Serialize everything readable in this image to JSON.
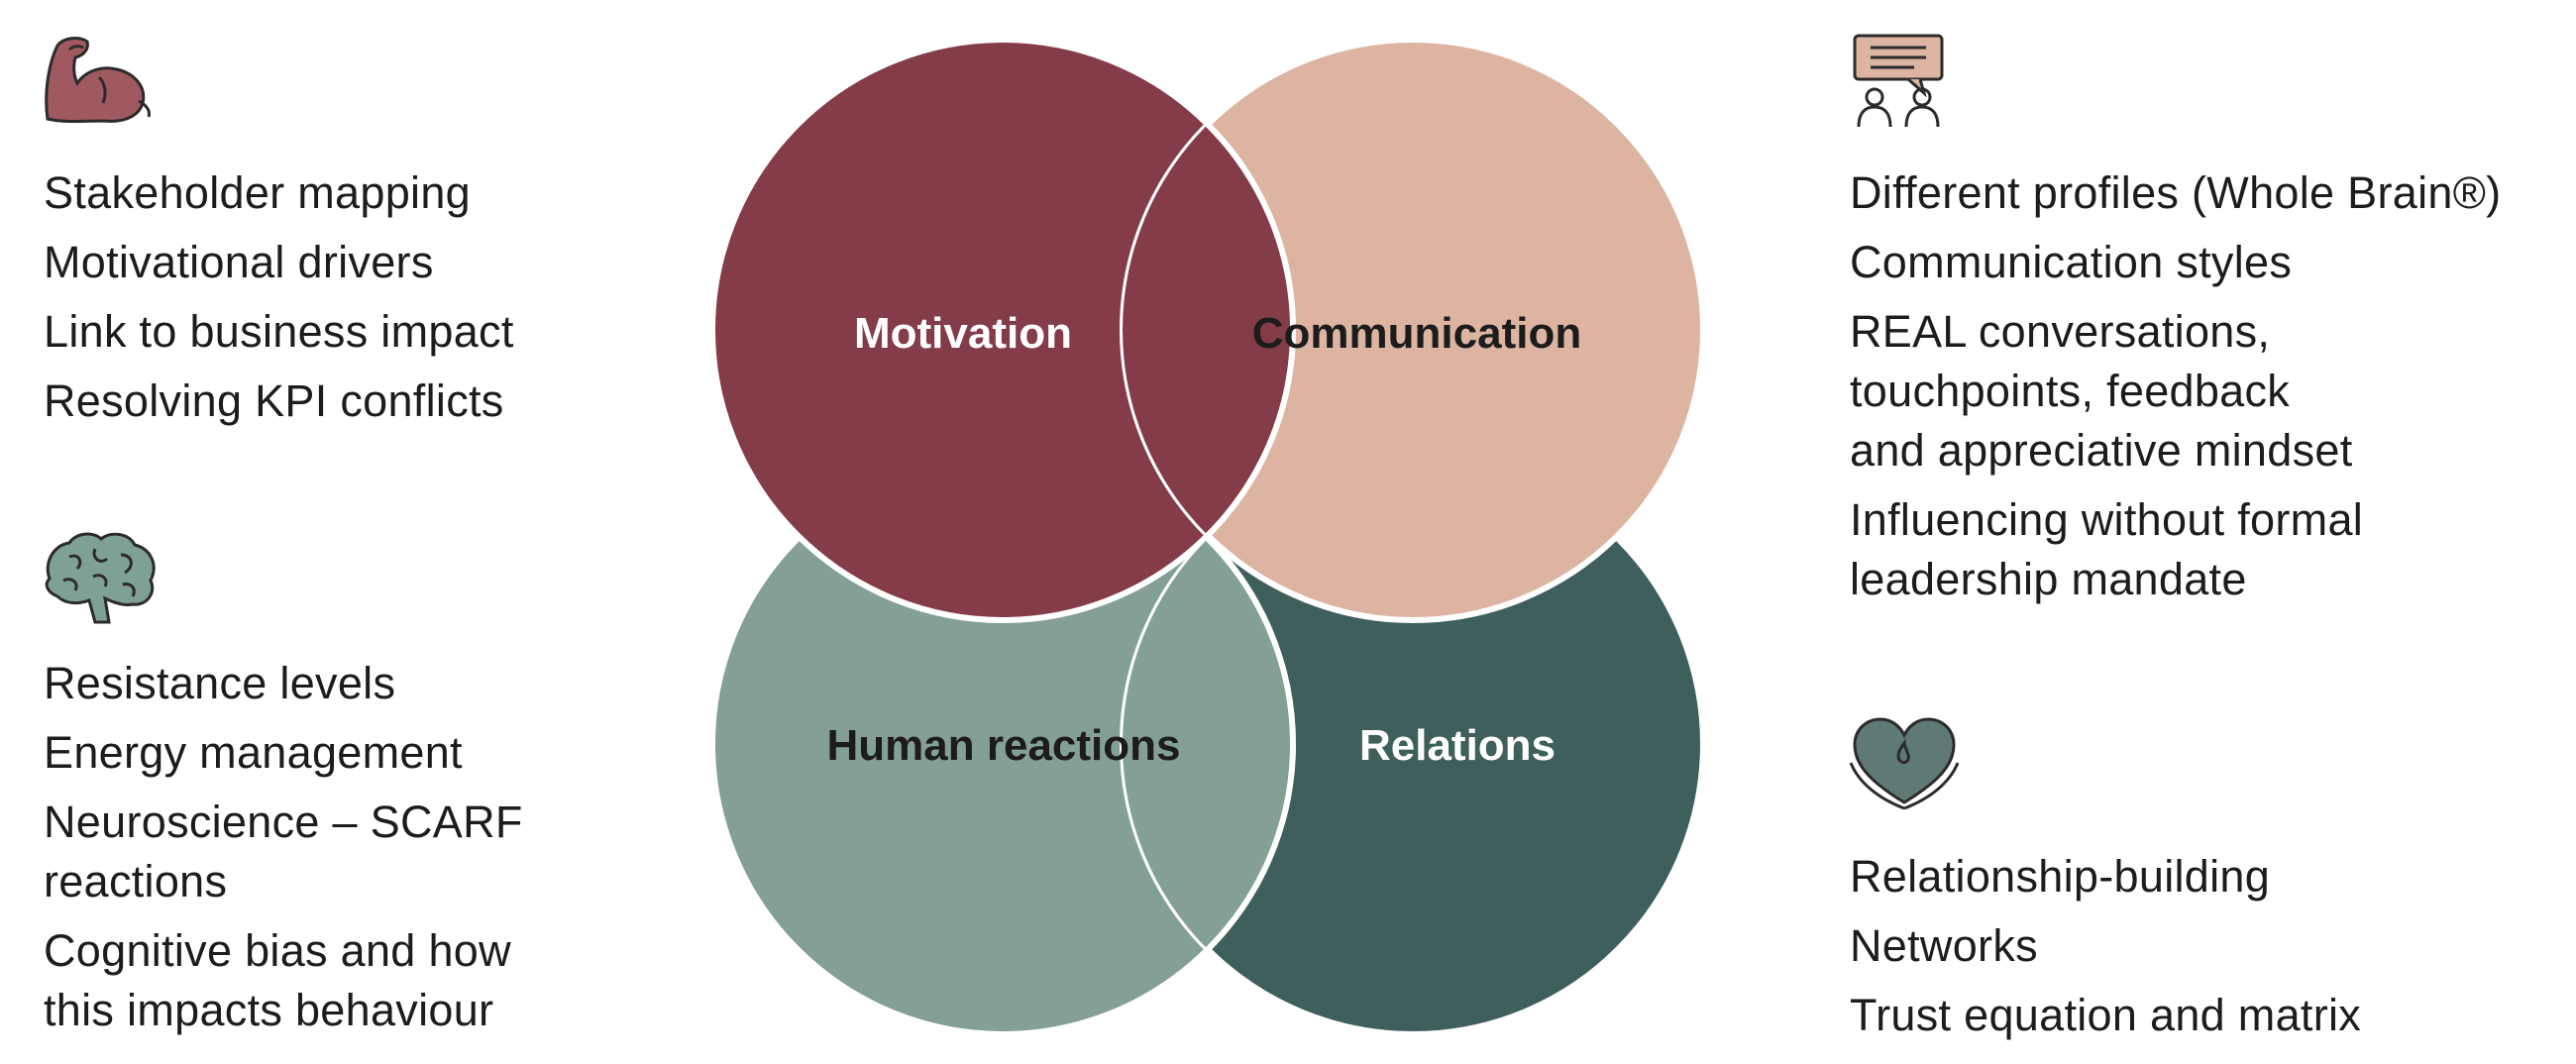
{
  "circles": {
    "motivation": {
      "label": "Motivation",
      "fill": "#843c48",
      "text_color": "#ffffff"
    },
    "communication": {
      "label": "Communication",
      "fill": "#dcb4a1",
      "text_color": "#1c1c1c"
    },
    "human_reactions": {
      "label": "Human reactions",
      "fill": "#839f96",
      "text_color": "#1c1c1c"
    },
    "relations": {
      "label": "Relations",
      "fill": "#3f5f5d",
      "text_color": "#ffffff"
    }
  },
  "blocks": {
    "motivation": {
      "icon": "flexed-bicep-icon",
      "items": [
        "Stakeholder mapping",
        "Motivational drivers",
        "Link to business impact",
        "Resolving KPI conflicts"
      ]
    },
    "human_reactions": {
      "icon": "brain-icon",
      "items": [
        "Resistance levels",
        "Energy management",
        "Neuroscience – SCARF\nreactions",
        "Cognitive bias and how\nthis impacts behaviour"
      ]
    },
    "communication": {
      "icon": "conversation-icon",
      "items": [
        "Different profiles (Whole Brain®)",
        "Communication styles",
        "REAL conversations,\ntouchpoints, feedback\nand appreciative mindset",
        "Influencing without formal\nleadership mandate"
      ]
    },
    "relations": {
      "icon": "heart-icon",
      "items": [
        "Relationship-building",
        "Networks",
        "Trust equation and matrix"
      ]
    }
  }
}
